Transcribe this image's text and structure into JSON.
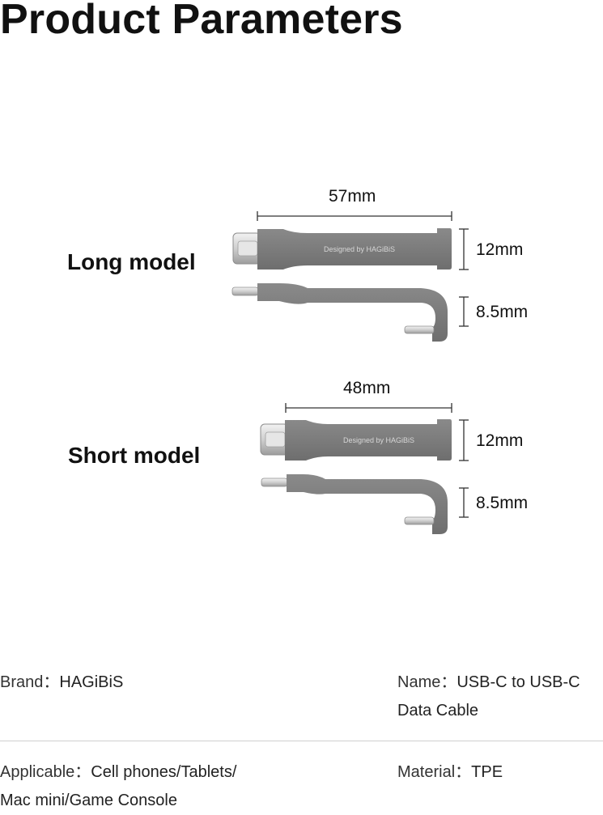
{
  "title": "Product Parameters",
  "long_model": {
    "label": "Long model",
    "length": "57mm",
    "height": "12mm",
    "thickness": "8.5mm",
    "print": "Designed by HAGiBiS"
  },
  "short_model": {
    "label": "Short model",
    "length": "48mm",
    "height": "12mm",
    "thickness": "8.5mm",
    "print": "Designed by HAGiBiS"
  },
  "specs": {
    "brand_label": "Brand：",
    "brand_value": "HAGiBiS",
    "name_label": "Name：",
    "name_value_line1": "USB-C to USB-C",
    "name_value_line2": "Data Cable",
    "applicable_label": "Applicable：",
    "applicable_value_line1": "Cell phones/Tablets/",
    "applicable_value_line2": "Mac mini/Game Console",
    "material_label": "Material：",
    "material_value": "TPE"
  },
  "colors": {
    "product_gray": "#7a7a7a",
    "connector_silver": "#cfcfcf",
    "text": "#111111"
  }
}
